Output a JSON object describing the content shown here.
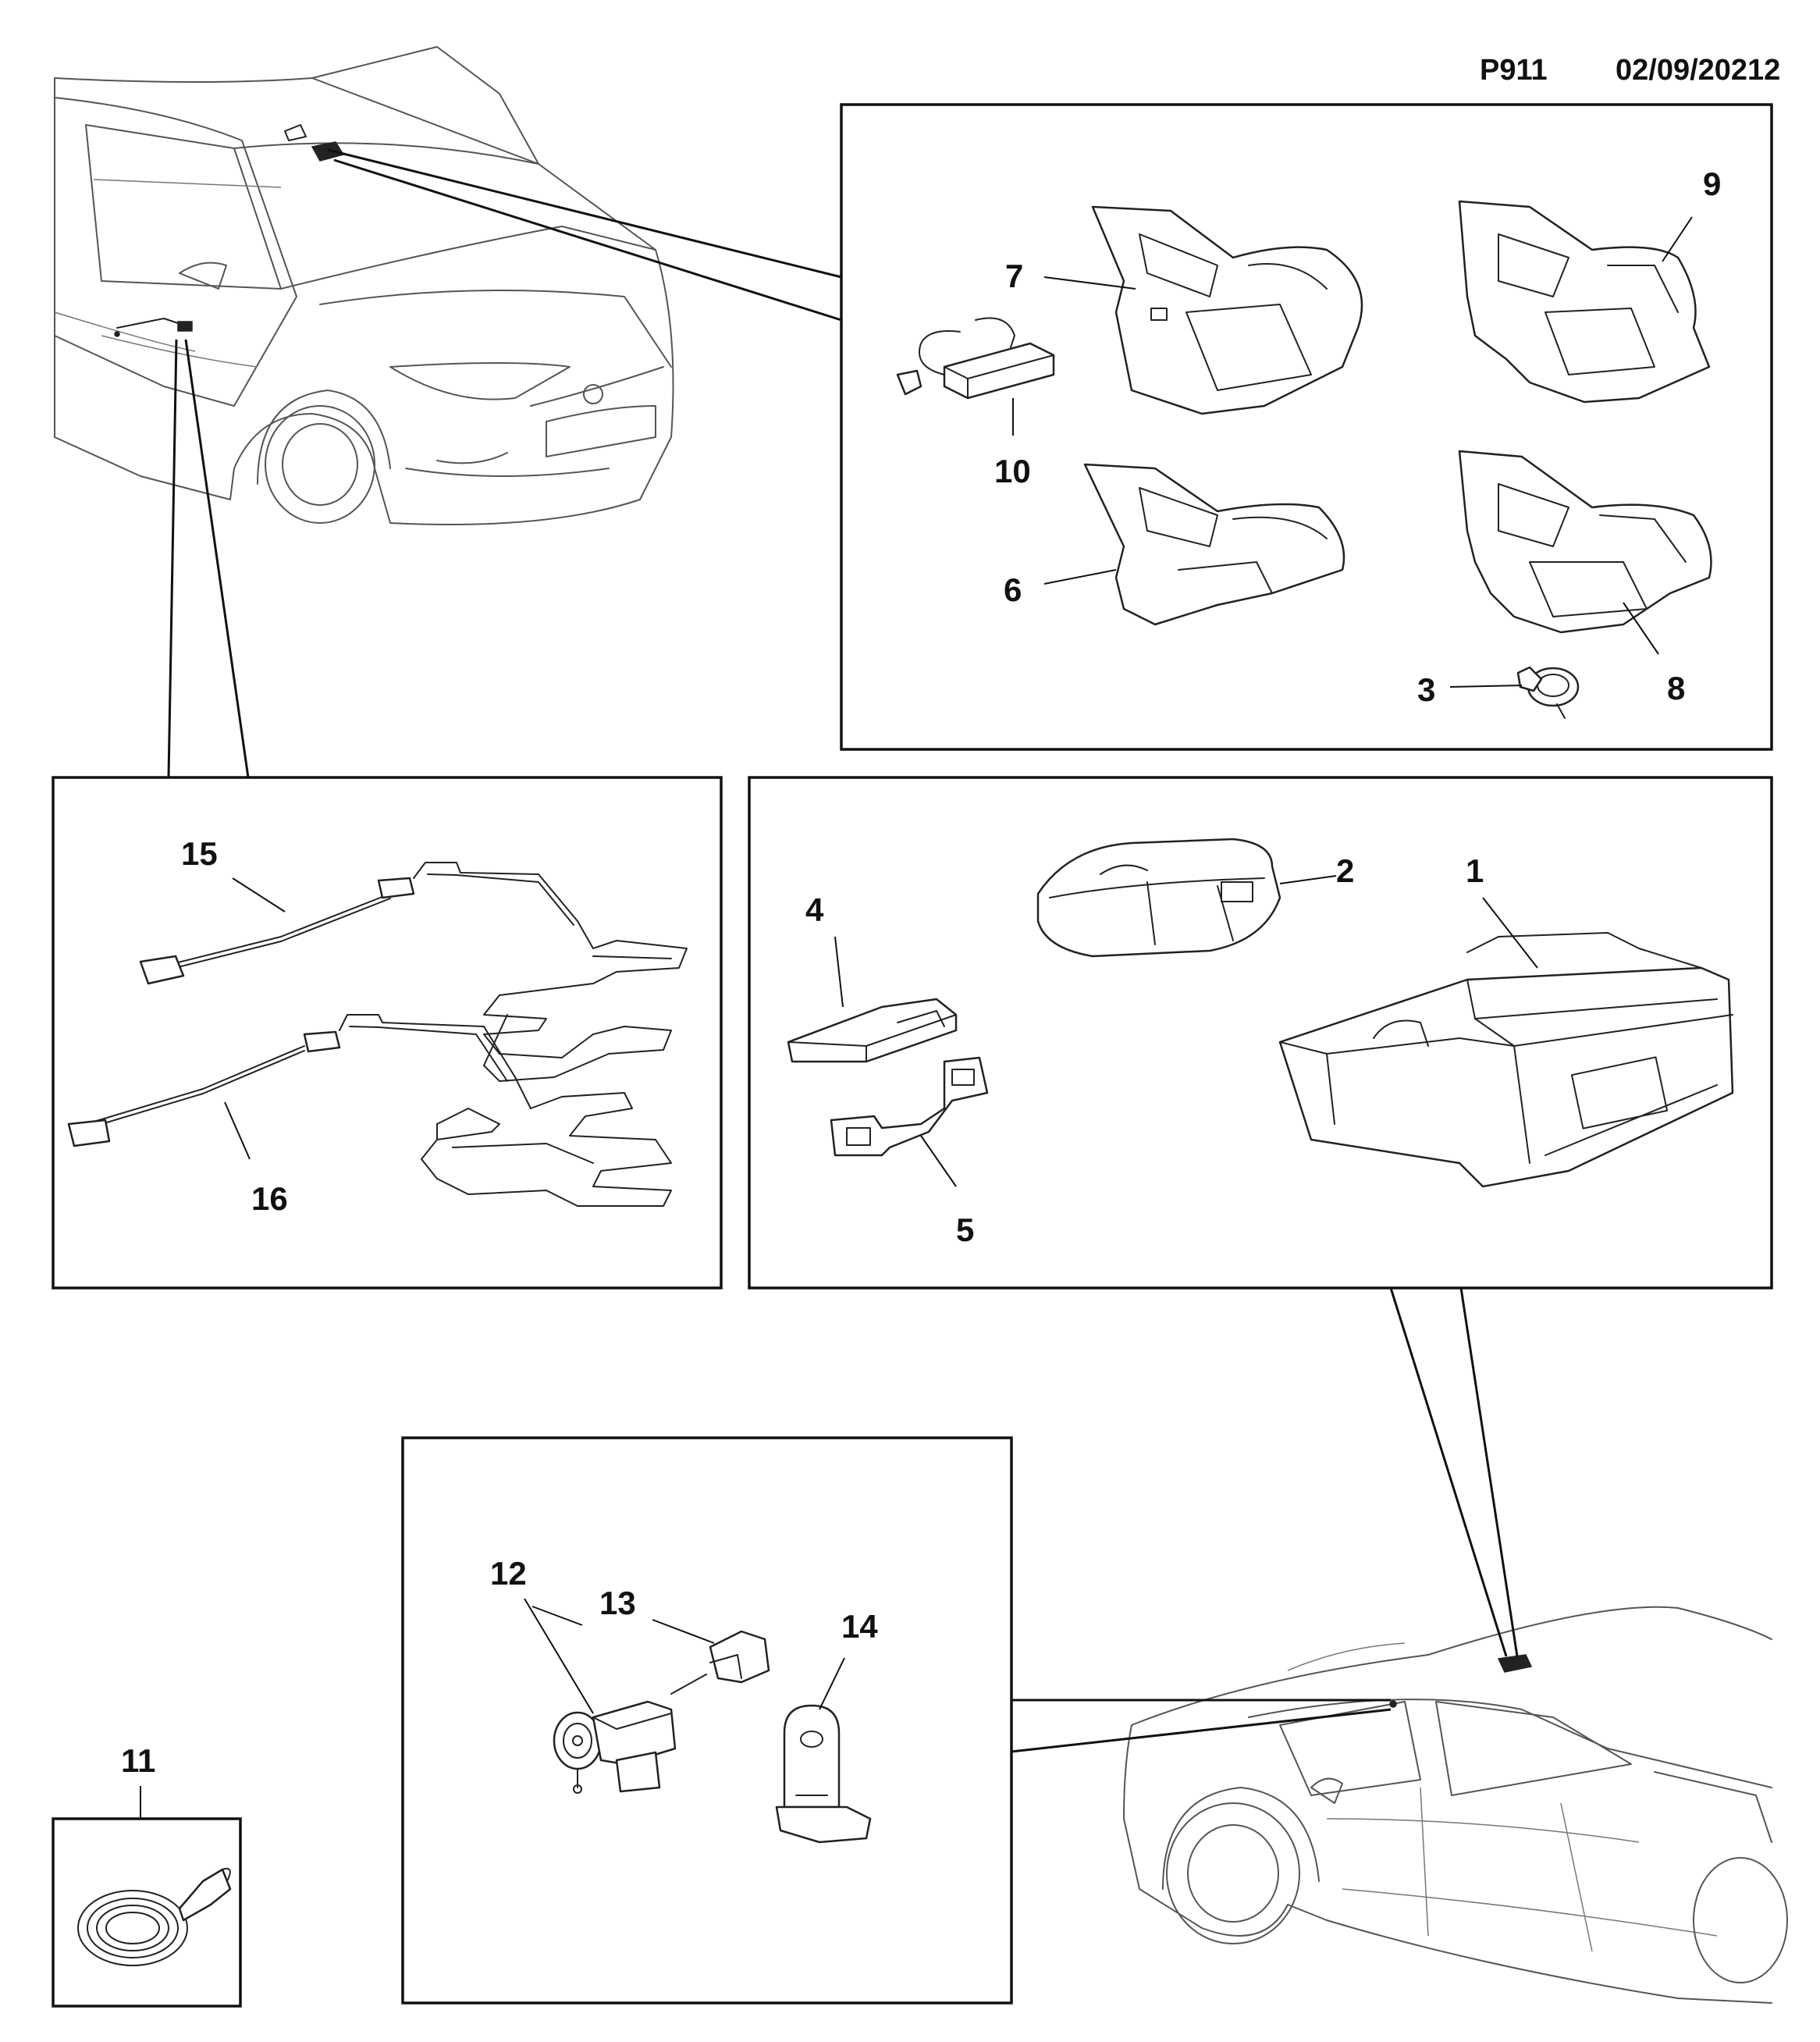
{
  "header": {
    "page_code": "P911",
    "date": "02/09/20212"
  },
  "callouts": [
    {
      "id": "c1",
      "label": "1"
    },
    {
      "id": "c2",
      "label": "2"
    },
    {
      "id": "c3",
      "label": "3"
    },
    {
      "id": "c4",
      "label": "4"
    },
    {
      "id": "c5",
      "label": "5"
    },
    {
      "id": "c6",
      "label": "6"
    },
    {
      "id": "c7",
      "label": "7"
    },
    {
      "id": "c8",
      "label": "8"
    },
    {
      "id": "c9",
      "label": "9"
    },
    {
      "id": "c10",
      "label": "10"
    },
    {
      "id": "c11",
      "label": "11"
    },
    {
      "id": "c12",
      "label": "12"
    },
    {
      "id": "c13",
      "label": "13"
    },
    {
      "id": "c14",
      "label": "14"
    },
    {
      "id": "c15",
      "label": "15"
    },
    {
      "id": "c16",
      "label": "16"
    }
  ]
}
